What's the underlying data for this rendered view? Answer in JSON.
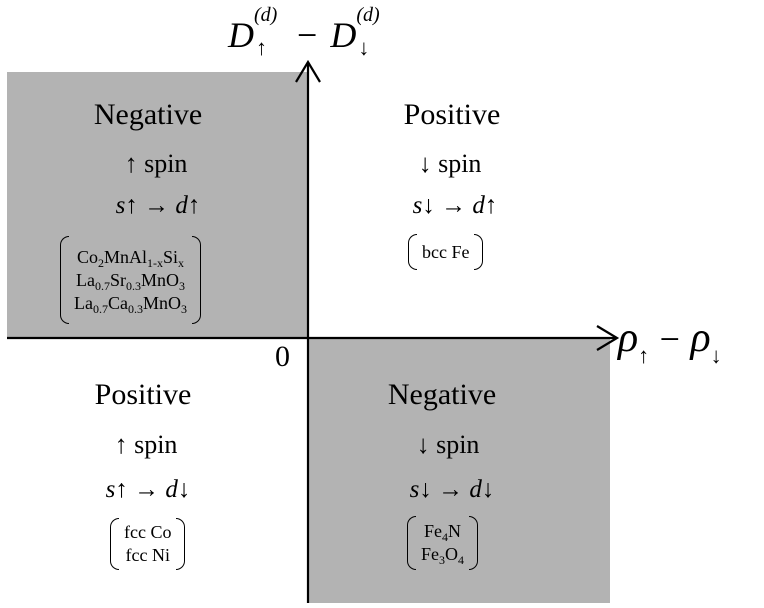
{
  "axes": {
    "y_label": {
      "base_up": "D",
      "arrow_up": "↑",
      "sup_up": "(d)",
      "minus": "−",
      "base_down": "D",
      "arrow_down": "↓",
      "sup_down": "(d)"
    },
    "x_label": {
      "base_up": "ρ",
      "arrow_up": "↑",
      "minus": "−",
      "base_down": "ρ",
      "arrow_down": "↓"
    },
    "origin": "0"
  },
  "colors": {
    "negative_fill": "#b3b3b3",
    "axis": "#000000",
    "background": "#ffffff"
  },
  "quadrants": {
    "top_left": {
      "title": "Negative",
      "spin": "↑ spin",
      "transition": {
        "from": "s",
        "from_arrow": "↑",
        "arrow": "→",
        "to": "d",
        "to_arrow": "↑"
      },
      "materials": [
        [
          {
            "t": "Co"
          },
          {
            "s": "2"
          },
          {
            "t": "MnAl"
          },
          {
            "s": "1-x"
          },
          {
            "t": "Si"
          },
          {
            "s": "x"
          }
        ],
        [
          {
            "t": "La"
          },
          {
            "s": "0.7"
          },
          {
            "t": "Sr"
          },
          {
            "s": "0.3"
          },
          {
            "t": "MnO"
          },
          {
            "s": "3"
          }
        ],
        [
          {
            "t": "La"
          },
          {
            "s": "0.7"
          },
          {
            "t": "Ca"
          },
          {
            "s": "0.3"
          },
          {
            "t": "MnO"
          },
          {
            "s": "3"
          }
        ]
      ]
    },
    "top_right": {
      "title": "Positive",
      "spin": "↓ spin",
      "transition": {
        "from": "s",
        "from_arrow": "↓",
        "arrow": "→",
        "to": "d",
        "to_arrow": "↑"
      },
      "materials": [
        [
          {
            "t": "bcc Fe"
          }
        ]
      ]
    },
    "bottom_left": {
      "title": "Positive",
      "spin": "↑ spin",
      "transition": {
        "from": "s",
        "from_arrow": "↑",
        "arrow": "→",
        "to": "d",
        "to_arrow": "↓"
      },
      "materials": [
        [
          {
            "t": "fcc Co"
          }
        ],
        [
          {
            "t": "fcc Ni"
          }
        ]
      ]
    },
    "bottom_right": {
      "title": "Negative",
      "spin": "↓ spin",
      "transition": {
        "from": "s",
        "from_arrow": "↓",
        "arrow": "→",
        "to": "d",
        "to_arrow": "↓"
      },
      "materials": [
        [
          {
            "t": "Fe"
          },
          {
            "s": "4"
          },
          {
            "t": "N"
          }
        ],
        [
          {
            "t": "Fe"
          },
          {
            "s": "3"
          },
          {
            "t": "O"
          },
          {
            "s": "4"
          }
        ]
      ]
    }
  }
}
